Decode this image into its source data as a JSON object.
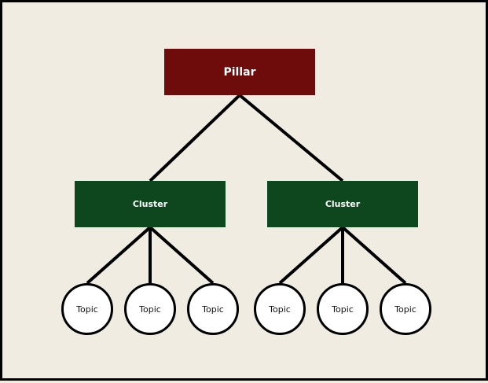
{
  "pillar": {
    "label": "Pillar"
  },
  "clusters": [
    {
      "label": "Cluster"
    },
    {
      "label": "Cluster"
    }
  ],
  "topics": [
    {
      "label": "Topic"
    },
    {
      "label": "Topic"
    },
    {
      "label": "Topic"
    },
    {
      "label": "Topic"
    },
    {
      "label": "Topic"
    },
    {
      "label": "Topic"
    }
  ],
  "colors": {
    "background": "#f0ece1",
    "pillar": "#6e0b0b",
    "cluster": "#0e461d",
    "topic_fill": "#ffffff",
    "stroke": "#000000"
  }
}
